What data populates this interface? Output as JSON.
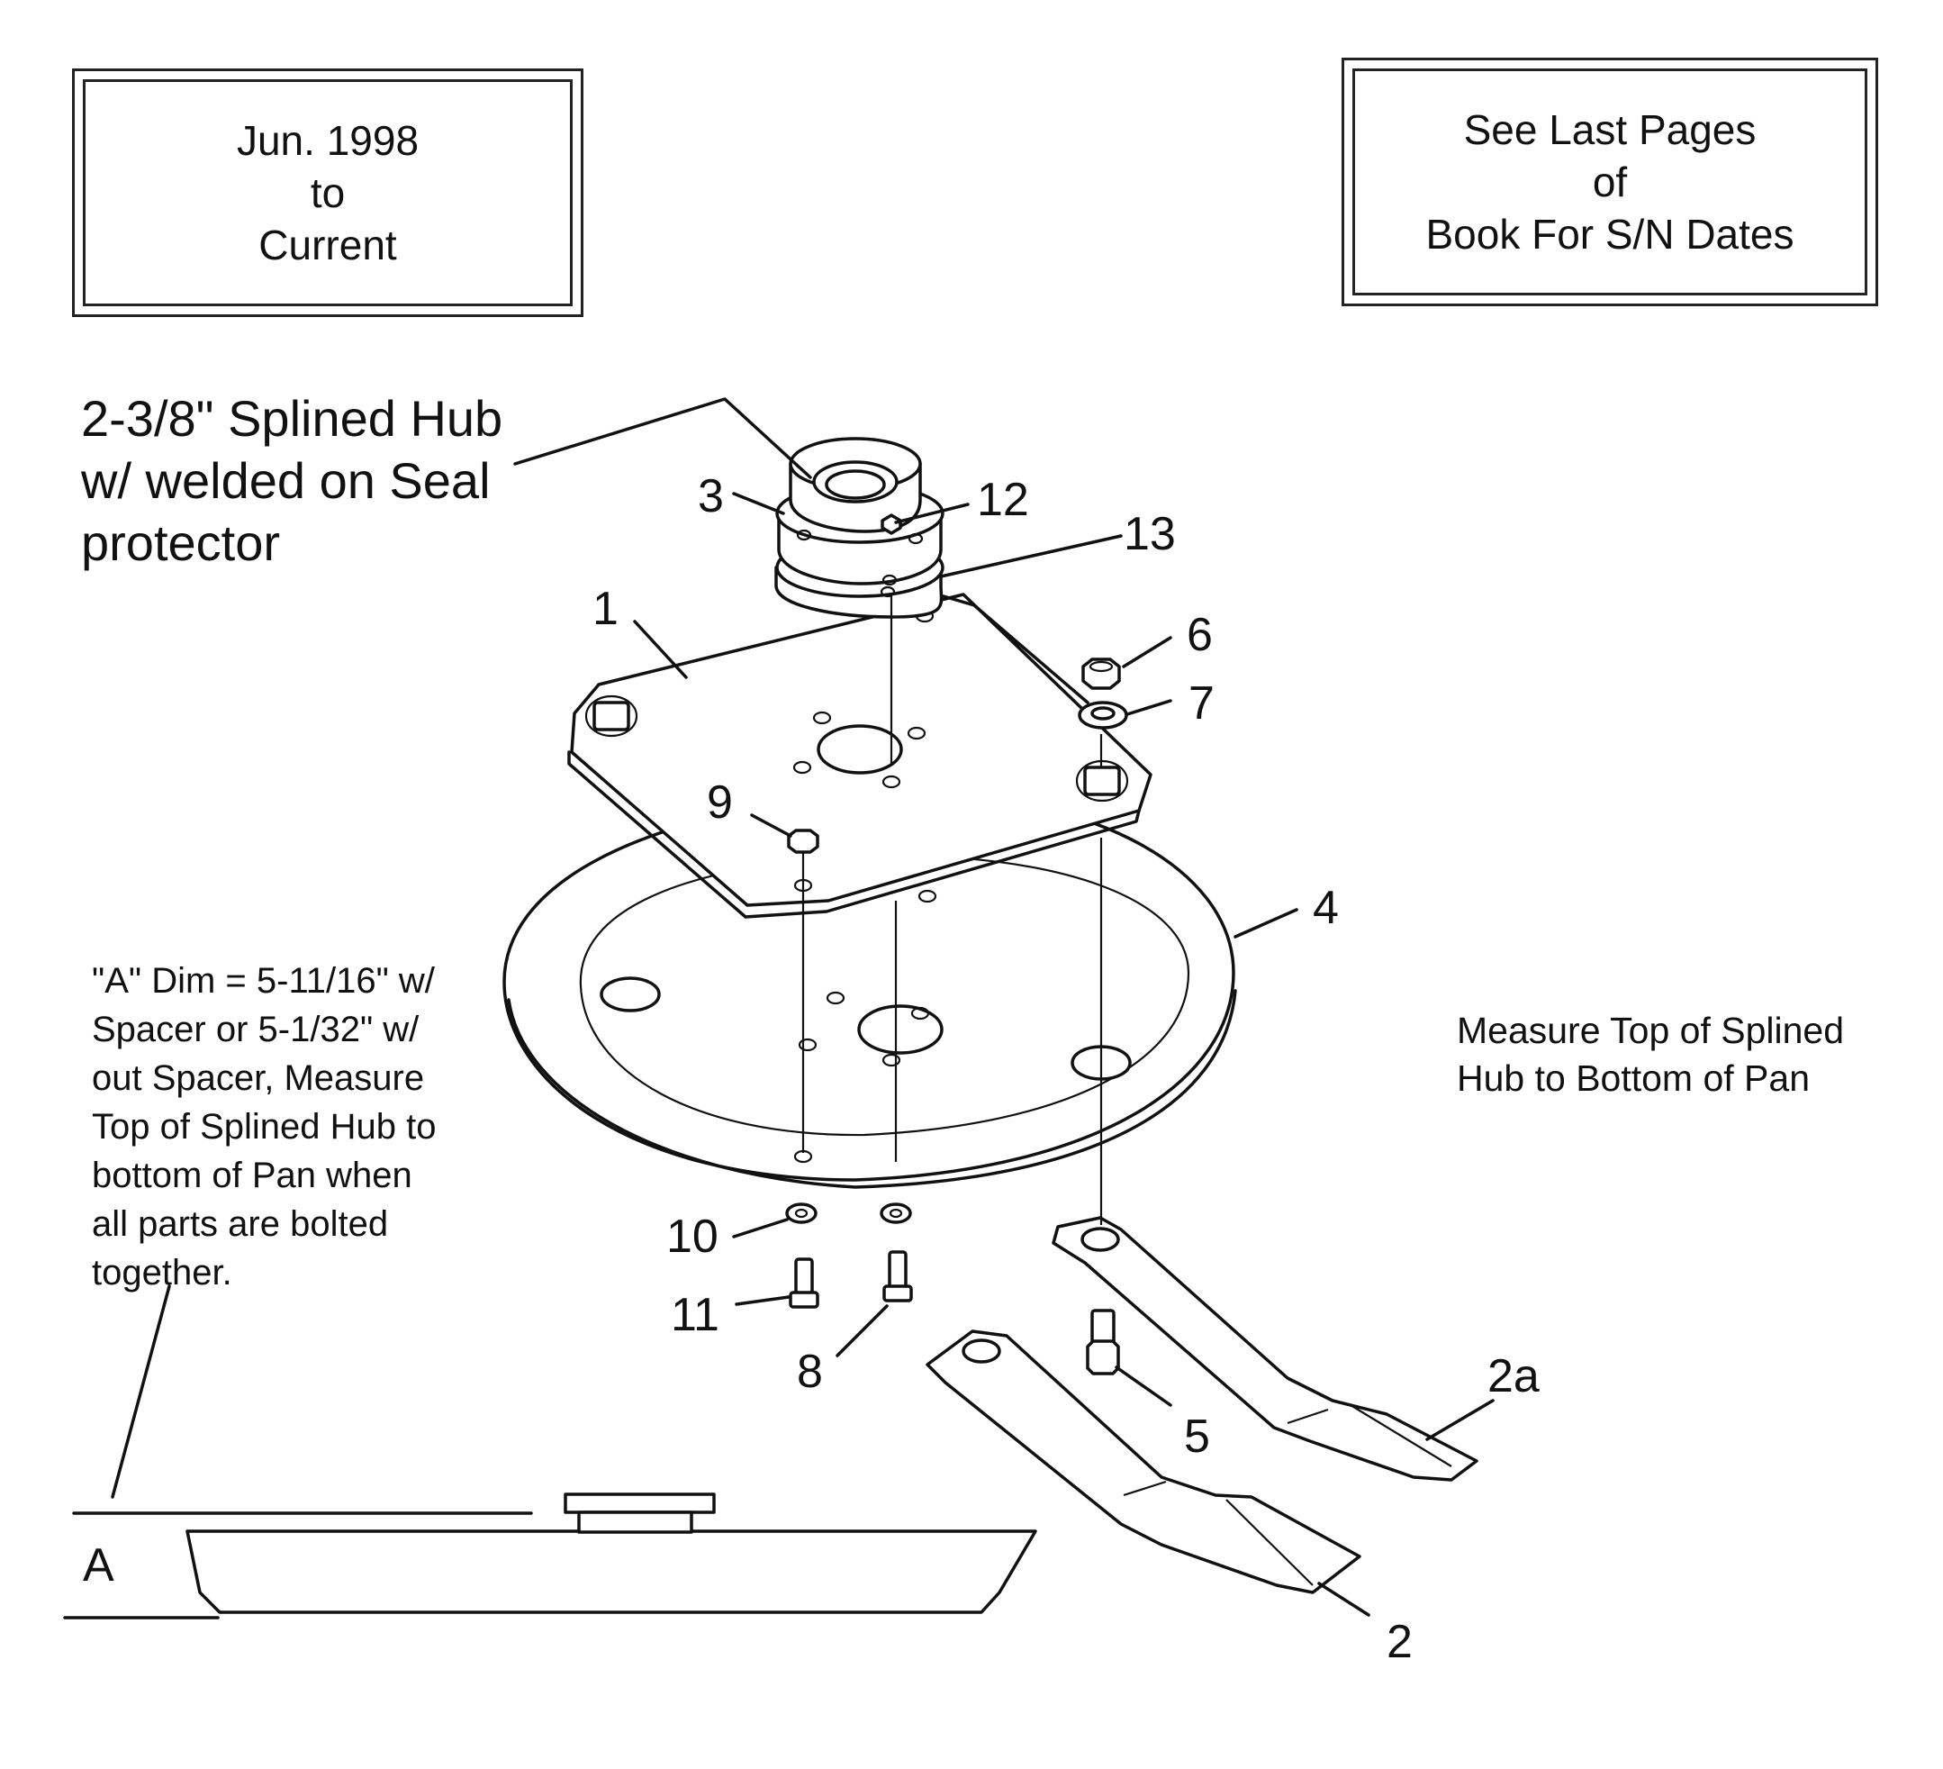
{
  "date_box": {
    "lines": [
      "Jun. 1998",
      "to",
      "Current"
    ]
  },
  "sn_box": {
    "lines": [
      "See Last Pages",
      "of",
      "Book For S/N Dates"
    ]
  },
  "hub_label": {
    "lines": [
      "2-3/8\" Splined Hub",
      "w/ welded on Seal",
      "protector"
    ]
  },
  "a_dim_note": {
    "lines": [
      "\"A\" Dim = 5-11/16\" w/",
      "Spacer or  5-1/32\" w/",
      "out Spacer, Measure",
      "Top of Splined Hub to",
      "bottom of Pan when",
      "all parts are bolted",
      "together."
    ]
  },
  "measure_note": {
    "lines": [
      "Measure Top of Splined",
      "Hub to Bottom of Pan"
    ]
  },
  "callouts": {
    "p1": "1",
    "p2": "2",
    "p2a": "2a",
    "p3": "3",
    "p4": "4",
    "p5": "5",
    "p6": "6",
    "p7": "7",
    "p8": "8",
    "p9": "9",
    "p10": "10",
    "p11": "11",
    "p12": "12",
    "p13": "13"
  },
  "dimension_letter": "A"
}
